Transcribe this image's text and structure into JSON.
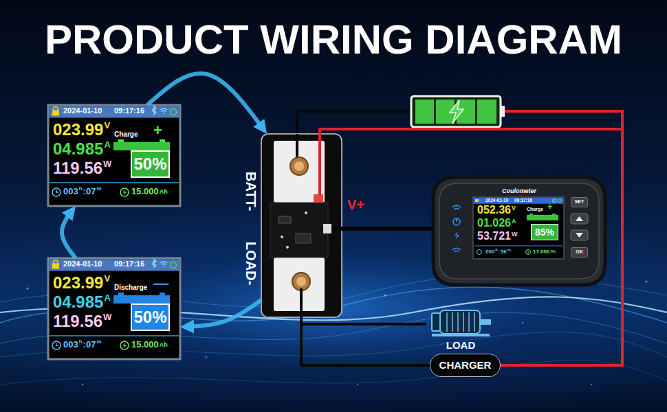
{
  "diagram": {
    "title": "PRODUCT WIRING DIAGRAM",
    "nodes": [
      {
        "text": [
          "2024-01-10",
          "09:17:16",
          "023.99",
          "V",
          "04.985",
          "A",
          "119.56",
          "W",
          "Charge",
          "+",
          "003",
          "h",
          ":07",
          "m",
          "15.000",
          "Ah"
        ]
      },
      {
        "text": [
          "50%"
        ],
        "in": 0
      },
      {
        "text": [
          "2024-01-10",
          "09:17:16",
          "023.99",
          "V",
          "04.985",
          "A",
          "119.56",
          "W",
          "Discharge",
          "—",
          "003",
          "h",
          ":07",
          "m",
          "15.000",
          "Ah"
        ]
      },
      {
        "text": [
          "50%"
        ],
        "in": 2
      },
      {
        "text": [
          "BATT-",
          "LOAD-",
          "V+"
        ]
      },
      {
        "text": [
          "Coulometer",
          "2024-01-10",
          "09:17:16",
          "052.36",
          "V",
          "01.026",
          "A",
          "53.721",
          "W",
          "Charge",
          "+",
          "000",
          "h",
          ":56",
          "m",
          "17.000",
          "Ah"
        ]
      },
      {
        "text": [
          "85%"
        ],
        "in": 5
      },
      {
        "text": [
          "SET"
        ],
        "in": 5
      },
      {
        "text": [
          "OK"
        ],
        "in": 5
      },
      {
        "text": [
          "LOAD"
        ]
      },
      {
        "text": [
          "CHARGER"
        ]
      }
    ],
    "edges": [
      {
        "from": 0,
        "to": 4,
        "arrow": "to"
      },
      {
        "from": 4,
        "to": 2,
        "arrow": "to"
      },
      {
        "from": 2,
        "to": 0,
        "arrow": "to"
      },
      {
        "from": 4,
        "to": 5,
        "arrow": "none"
      },
      {
        "from": 4,
        "to": 9,
        "arrow": "none"
      },
      {
        "from": 4,
        "to": 10,
        "arrow": "none"
      },
      {
        "from": 10,
        "to": 4,
        "arrow": "none"
      }
    ]
  }
}
